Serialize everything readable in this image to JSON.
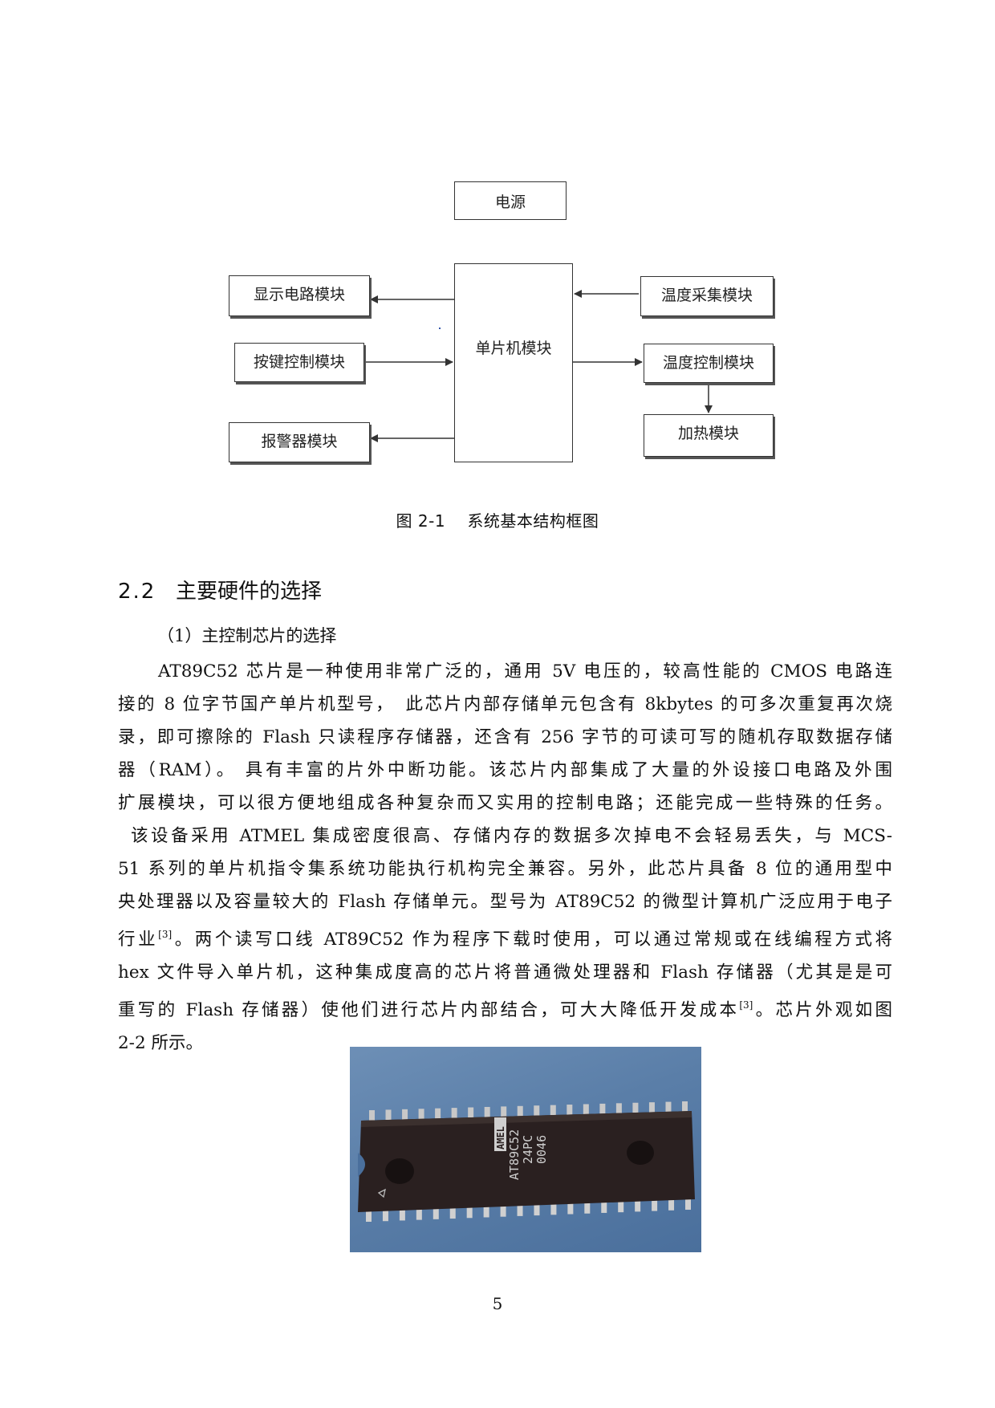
{
  "diagram": {
    "power": "电源",
    "mcu": "单片机模块",
    "display": "显示电路模块",
    "keys": "按键控制模块",
    "alarm": "报警器模块",
    "temp_acq": "温度采集模块",
    "temp_ctrl": "温度控制模块",
    "heating": "加热模块"
  },
  "figure1_caption": "图 2-1　 系统基本结构框图",
  "section": {
    "number": "2.2",
    "title": "主要硬件的选择"
  },
  "subsection": "（1）主控制芯片的选择",
  "paragraph": {
    "l1": "AT89C52 芯片是一种使用非常广泛的，通用 5V 电压的，较高性能的 CMOS 电路连",
    "l2": "接的 8 位字节国产单片机型号，　此芯片内部存储单元包含有 8kbytes 的可多次重复再次烧",
    "l3": "录，即可擦除的 Flash 只读程序存储器，还含有 256 字节的可读可写的随机存取数据存储",
    "l4": "器（RAM）。 具有丰富的片外中断功能。该芯片内部集成了大量的外设接口电路及外围",
    "l5": "扩展模块，可以很方便地组成各种复杂而又实用的控制电路；还能完成一些特殊的任务。",
    "l6": "该设备采用 ATMEL 集成密度很高、存储内存的数据多次掉电不会轻易丢失，与 MCS-",
    "l7": "51 系列的单片机指令集系统功能执行机构完全兼容。另外，此芯片具备 8 位的通用型中",
    "l8": "央处理器以及容量较大的 Flash 存储单元。型号为 AT89C52 的微型计算机广泛应用于电子",
    "l9a": "行业",
    "l9ref": "[3]",
    "l9b": "。两个读写口线 AT89C52 作为程序下载时使用，可以通过常规或在线编程方式将",
    "l10": "hex 文件导入单片机，这种集成度高的芯片将普通微处理器和 Flash 存储器（尤其是是可",
    "l11a": "重写的 Flash 存储器）使他们进行芯片内部结合，可大大降低开发成本",
    "l11ref": "[3]",
    "l11b": "。芯片外观如图",
    "l12": "2-2 所示。"
  },
  "chip": {
    "brand": "AMEL",
    "model": "AT89C52",
    "speed": "24PC",
    "code": "0046"
  },
  "page_number": "5"
}
